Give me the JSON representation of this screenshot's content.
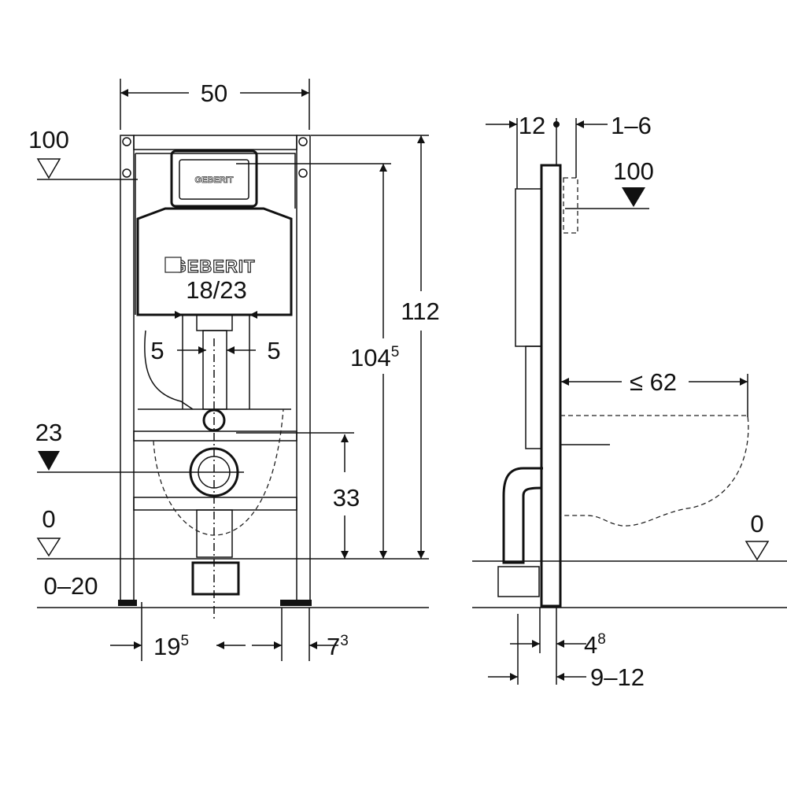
{
  "front_view": {
    "width": "50",
    "height_total": "112",
    "height_mount": {
      "base": "104",
      "sup": "5"
    },
    "cistern_brand": "GEBERIT",
    "actuator_brand": "GEBERIT",
    "cistern_model": "18/23",
    "offset_left": "5",
    "offset_right": "5",
    "level_top": "100",
    "level_inlet": "23",
    "level_floor": "0",
    "floor_range": "0–20",
    "drain_height": "33",
    "leg_spacing": {
      "base": "19",
      "sup": "5"
    },
    "leg_offset": {
      "base": "7",
      "sup": "3"
    }
  },
  "side_view": {
    "depth_top": "12",
    "wall_gap": "1–6",
    "level_top": "100",
    "bowl_projection": "≤ 62",
    "level_floor": "0",
    "panel_depth": {
      "base": "4",
      "sup": "8"
    },
    "wall_depth": "9–12"
  }
}
